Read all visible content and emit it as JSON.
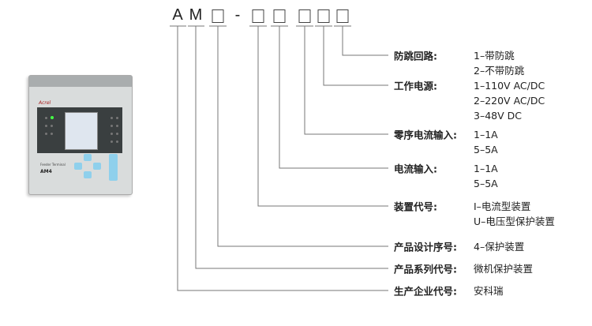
{
  "model_code": {
    "letters": [
      "A",
      "M",
      "-"
    ]
  },
  "device": {
    "brand": "Acrel",
    "subtitle": "Feeder Terminal",
    "model": "AM4"
  },
  "fields": [
    {
      "label": "防跳回路:",
      "values": [
        "1–带防跳",
        "2–不带防跳"
      ]
    },
    {
      "label": "工作电源:",
      "values": [
        "1–110V AC/DC",
        "2–220V AC/DC",
        "3–48V DC"
      ]
    },
    {
      "label": "零序电流输入:",
      "values": [
        "1–1A",
        "5–5A"
      ]
    },
    {
      "label": "电流输入:",
      "values": [
        "1–1A",
        "5–5A"
      ]
    },
    {
      "label": "装置代号:",
      "values": [
        "I–电流型装置",
        "U–电压型保护装置"
      ]
    },
    {
      "label": "产品设计序号:",
      "values": [
        "4–保护装置"
      ]
    },
    {
      "label": "产品系列代号:",
      "values": [
        "微机保护装置"
      ]
    },
    {
      "label": "生产企业代号:",
      "values": [
        "安科瑞"
      ]
    }
  ]
}
